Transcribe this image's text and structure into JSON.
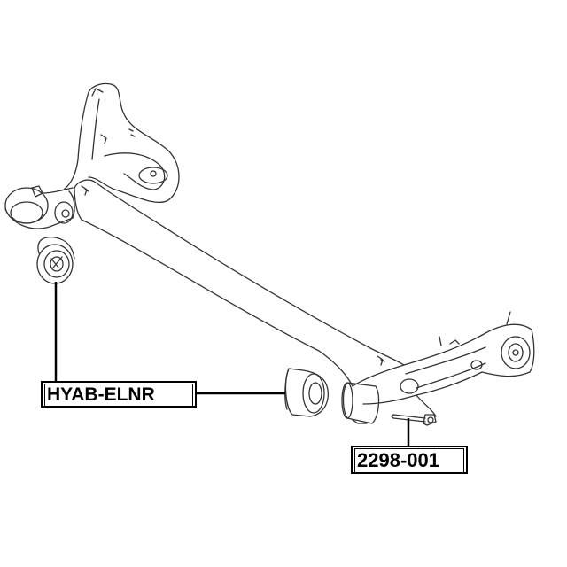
{
  "diagram": {
    "type": "exploded parts diagram",
    "subject": "rear axle beam (torsion beam) with bushings and bolt",
    "callouts": [
      {
        "id": "bushing",
        "part_number": "HYAB-ELNR",
        "points_to": [
          "left front bushing",
          "right front bushing"
        ]
      },
      {
        "id": "bolt",
        "part_number": "2298-001",
        "points_to": [
          "mounting bolt"
        ]
      }
    ]
  },
  "labels": {
    "bushing_part": "HYAB-ELNR",
    "bolt_part": "2298-001"
  },
  "colors": {
    "line": "#000000",
    "drawing": "#333333",
    "background": "#ffffff"
  }
}
